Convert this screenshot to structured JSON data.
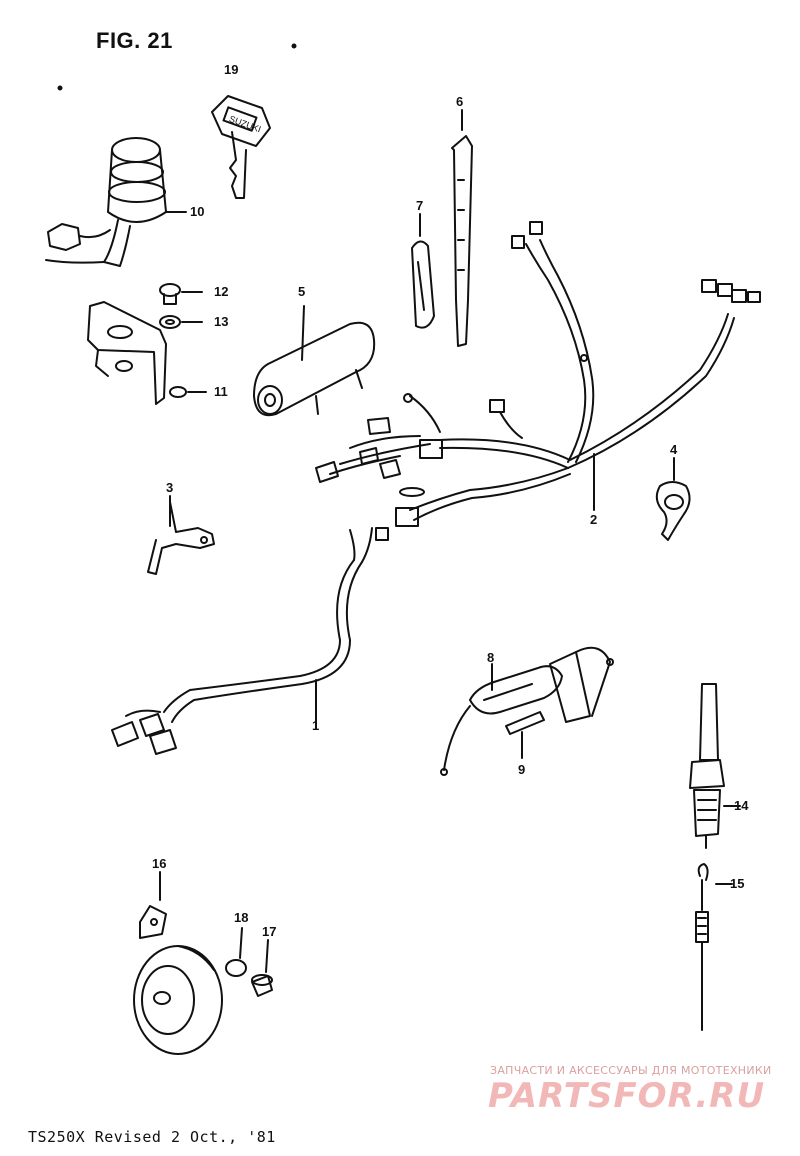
{
  "figure": {
    "title": "FIG. 21"
  },
  "callouts": [
    {
      "id": "19",
      "label": "19"
    },
    {
      "id": "6",
      "label": "6"
    },
    {
      "id": "10",
      "label": "10"
    },
    {
      "id": "7",
      "label": "7"
    },
    {
      "id": "12",
      "label": "12"
    },
    {
      "id": "13",
      "label": "13"
    },
    {
      "id": "5",
      "label": "5"
    },
    {
      "id": "11",
      "label": "11"
    },
    {
      "id": "4",
      "label": "4"
    },
    {
      "id": "2",
      "label": "2"
    },
    {
      "id": "3",
      "label": "3"
    },
    {
      "id": "8",
      "label": "8"
    },
    {
      "id": "1",
      "label": "1"
    },
    {
      "id": "9",
      "label": "9"
    },
    {
      "id": "14",
      "label": "14"
    },
    {
      "id": "16",
      "label": "16"
    },
    {
      "id": "15",
      "label": "15"
    },
    {
      "id": "18",
      "label": "18"
    },
    {
      "id": "17",
      "label": "17"
    }
  ],
  "footer": {
    "model_text": "TS250X Revised 2 Oct., '81"
  },
  "watermark": {
    "subtitle": "ЗАПЧАСТИ И АКСЕССУАРЫ ДЛЯ МОТОТЕХНИКИ",
    "brand": "PARTSFOR.RU",
    "color": "#f2b8b8"
  },
  "key_text": "SUZUKI"
}
